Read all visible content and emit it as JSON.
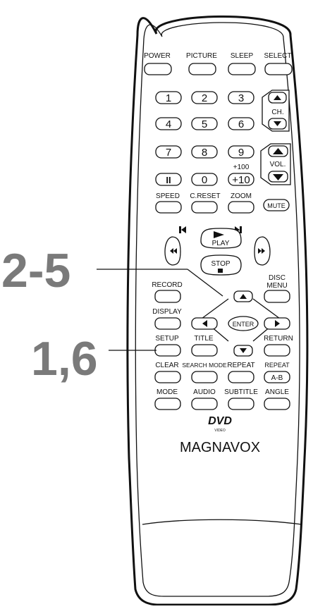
{
  "callouts": {
    "c1": "2-5",
    "c2": "1,6"
  },
  "labels": {
    "power": "POWER",
    "picture": "PICTURE",
    "sleep": "SLEEP",
    "select": "SELECT",
    "ch": "CH.",
    "vol": "VOL.",
    "plus100": "+100",
    "speed": "SPEED",
    "creset": "C.RESET",
    "zoom": "ZOOM",
    "play": "PLAY",
    "stop": "STOP",
    "record": "RECORD",
    "disc1": "DISC",
    "disc2": "MENU",
    "display": "DISPLAY",
    "setup": "SETUP",
    "title": "TITLE",
    "ret": "RETURN",
    "clear": "CLEAR",
    "searchmode": "SEARCH MODE",
    "repeat": "REPEAT",
    "repeat2": "REPEAT",
    "mode": "MODE",
    "audio": "AUDIO",
    "subtitle": "SUBTITLE",
    "angle": "ANGLE",
    "dvd_word": "DVD",
    "video_word": "VIDEO",
    "brand": "MAGNAVOX"
  },
  "keys": {
    "n1": "1",
    "n2": "2",
    "n3": "3",
    "n4": "4",
    "n5": "5",
    "n6": "6",
    "n7": "7",
    "n8": "8",
    "n9": "9",
    "n0": "0",
    "plus10": "+10",
    "pause": "II",
    "mute": "MUTE",
    "enter": "ENTER",
    "ab": "A-B"
  }
}
